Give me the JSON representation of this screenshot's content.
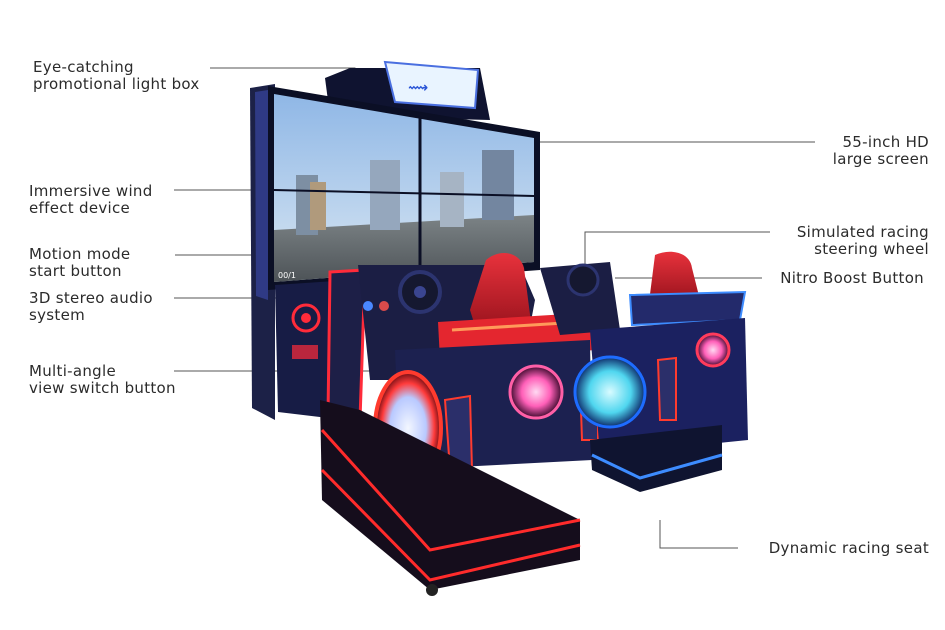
{
  "colors": {
    "accent_red": "#e8232f",
    "accent_blue": "#2c6cf0",
    "cabinet_dark": "#141a3a",
    "leader_line": "#555555"
  },
  "product_illustration": {
    "icon": "racing-arcade-machine"
  },
  "callouts": {
    "light_box": {
      "line1": "Eye-catching",
      "line2": "promotional light box"
    },
    "wind_device": {
      "line1": "Immersive wind",
      "line2": "effect device"
    },
    "motion_button": {
      "line1": "Motion mode",
      "line2": "start button"
    },
    "audio_system": {
      "line1": "3D stereo audio",
      "line2": "system"
    },
    "view_switch": {
      "line1": "Multi-angle",
      "line2": "view switch button"
    },
    "screen": {
      "line1": "55-inch HD",
      "line2": "large screen"
    },
    "steering_wheel": {
      "line1": "Simulated racing",
      "line2": "steering wheel"
    },
    "nitro_button": {
      "line1": "Nitro Boost Button"
    },
    "racing_seat": {
      "line1": "Dynamic racing seat"
    }
  }
}
